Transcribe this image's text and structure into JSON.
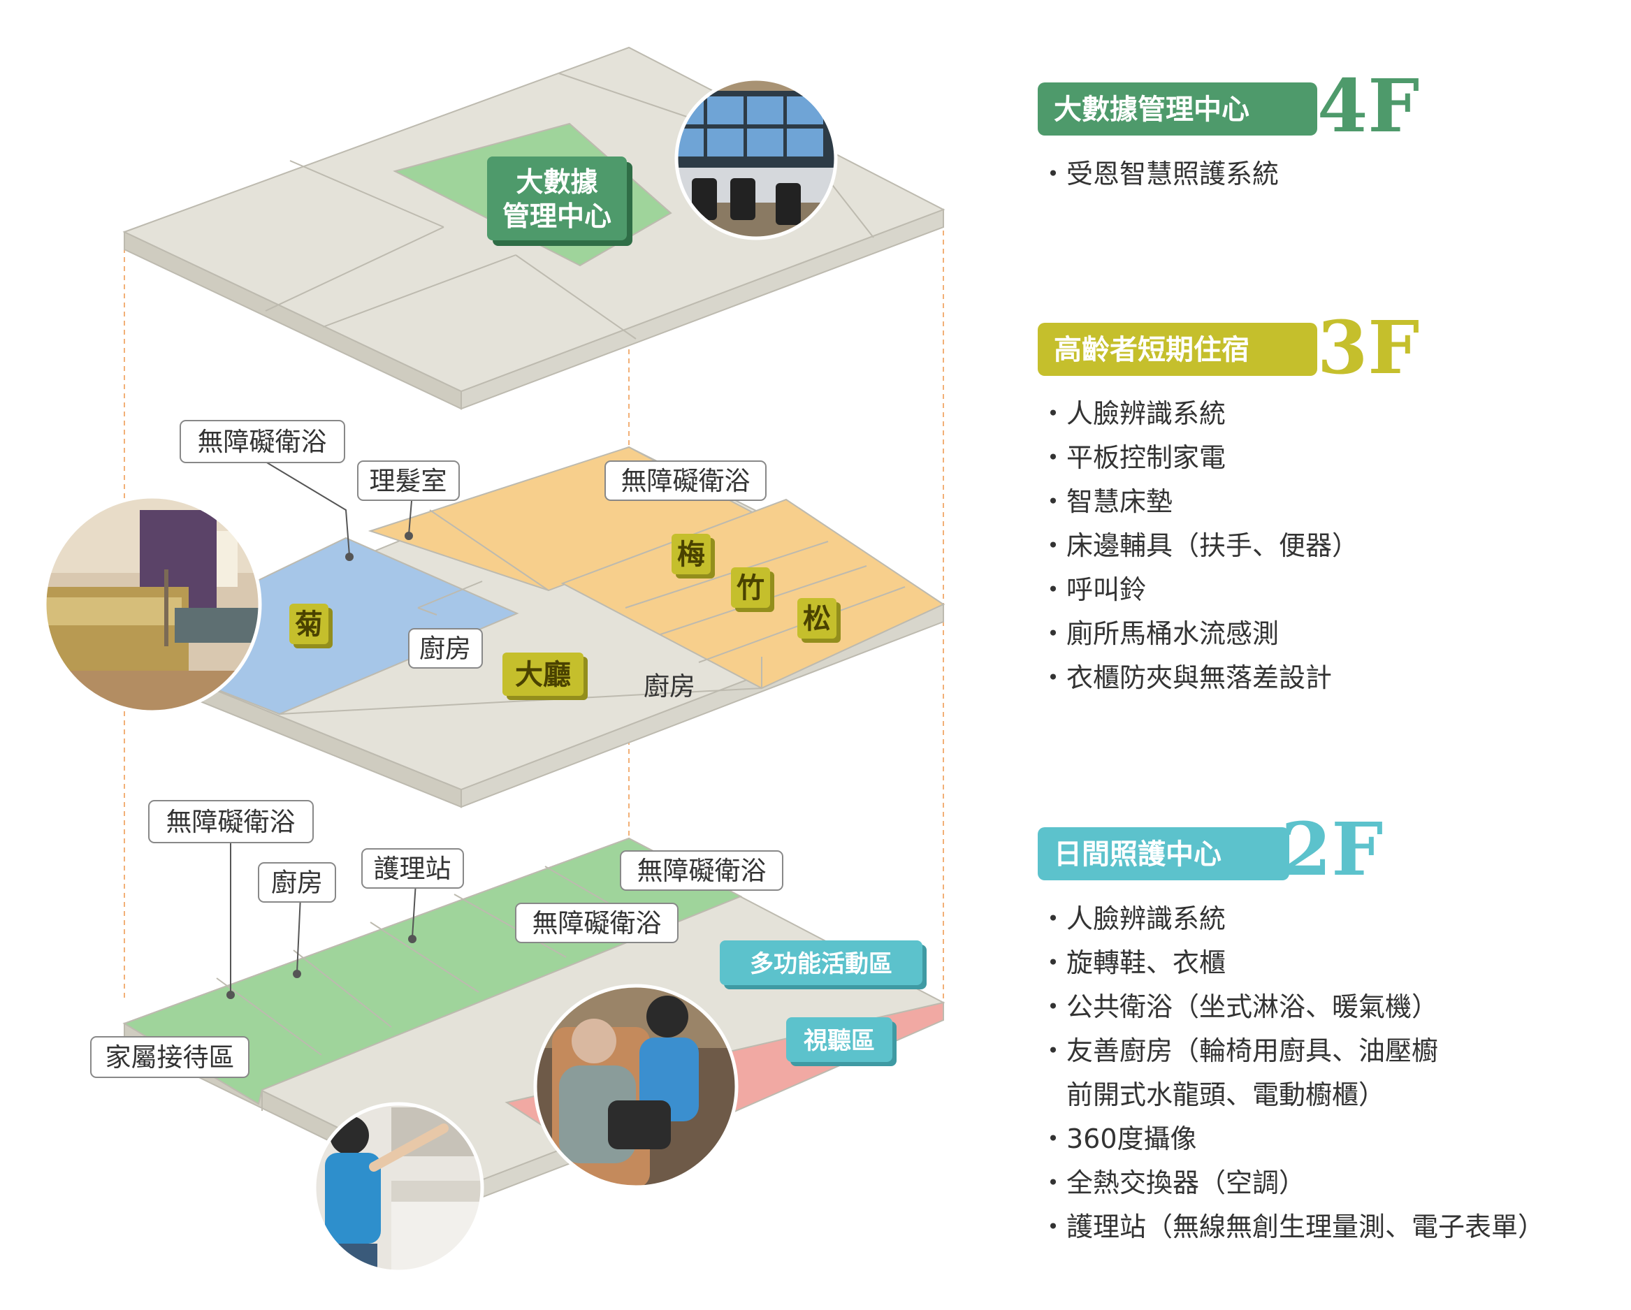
{
  "colors": {
    "green": "#4e9a6b",
    "olive": "#c5bf2c",
    "teal": "#5cc2cc",
    "floor_gray": "#e4e2d9",
    "floor_green": "#9fd49b",
    "floor_orange": "#f7cf8c",
    "floor_blue": "#a6c6e8",
    "floor_pink": "#f1a9a3"
  },
  "floors": [
    {
      "number": "4F",
      "title": "大數據管理中心",
      "color": "#4e9a6b",
      "items": [
        "・受恩智慧照護系統"
      ]
    },
    {
      "number": "3F",
      "title": "高齡者短期住宿",
      "color": "#c5bf2c",
      "items": [
        "・人臉辨識系統",
        "・平板控制家電",
        "・智慧床墊",
        "・床邊輔具（扶手、便器）",
        "・呼叫鈴",
        "・廁所馬桶水流感測",
        "・衣櫃防夾與無落差設計"
      ]
    },
    {
      "number": "2F",
      "title": "日間照護中心",
      "color": "#5cc2cc",
      "items": [
        "・人臉辨識系統",
        "・旋轉鞋、衣櫃",
        "・公共衛浴（坐式淋浴、暖氣機）",
        "・友善廚房（輪椅用廚具、油壓櫥",
        "　前開式水龍頭、電動櫥櫃）",
        "・360度攝像",
        "・全熱交換器（空調）",
        "・護理站（無線無創生理量測、電子表單）"
      ]
    }
  ],
  "map": {
    "f4": {
      "tag_line1": "大數據",
      "tag_line2": "管理中心"
    },
    "f3": {
      "label_bath1": "無障礙衛浴",
      "label_barber": "理髮室",
      "label_bath2": "無障礙衛浴",
      "label_kitchen1": "廚房",
      "label_kitchen2": "廚房",
      "room_ju": "菊",
      "room_mei": "梅",
      "room_zhu": "竹",
      "room_song": "松",
      "room_hall": "大廳"
    },
    "f2": {
      "label_bath1": "無障礙衛浴",
      "label_kitchen": "廚房",
      "label_nurse": "護理站",
      "label_bath2": "無障礙衛浴",
      "label_bath3": "無障礙衛浴",
      "label_family": "家屬接待區",
      "room_multi": "多功能活動區",
      "room_av": "視聽區"
    }
  }
}
